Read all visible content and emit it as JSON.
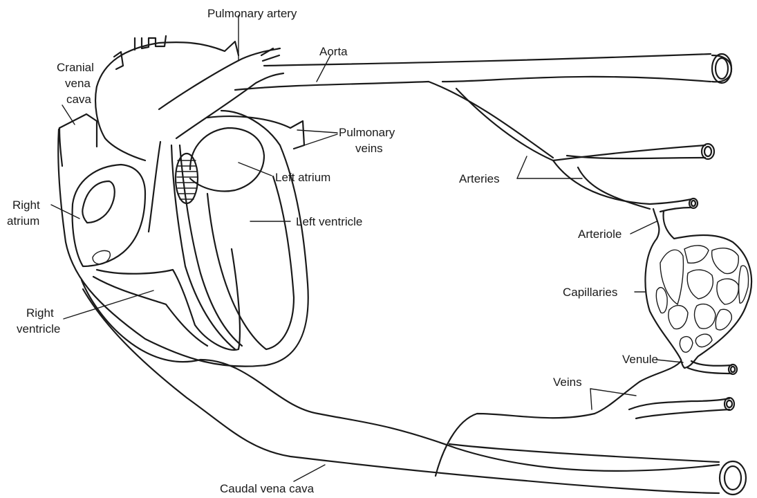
{
  "diagram": {
    "labels": {
      "pulmonary_artery": "Pulmonary artery",
      "aorta": "Aorta",
      "cranial_line1": "Cranial",
      "cranial_line2": "vena",
      "cranial_line3": "cava",
      "pulmonary_veins_line1": "Pulmonary",
      "pulmonary_veins_line2": "veins",
      "left_atrium": "Left atrium",
      "arteries": "Arteries",
      "right_atrium_line1": "Right",
      "right_atrium_line2": "atrium",
      "left_ventricle": "Left ventricle",
      "arteriole": "Arteriole",
      "capillaries": "Capillaries",
      "right_ventricle_line1": "Right",
      "right_ventricle_line2": "ventricle",
      "venule": "Venule",
      "veins": "Veins",
      "caudal_vena_cava": "Caudal vena cava"
    }
  }
}
